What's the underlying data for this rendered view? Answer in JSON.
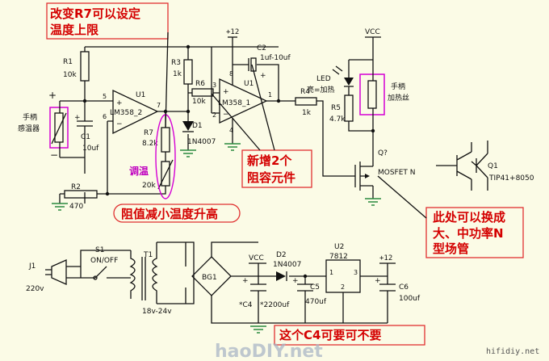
{
  "notes": {
    "r7_set_limit": [
      "改变R7可以设定",
      "温度上限"
    ],
    "resistance_note": "阻值减小温度升高",
    "added_parts": [
      "新增2个",
      "阻容元件"
    ],
    "mosfet_note": [
      "此处可以换成",
      "大、中功率N",
      "型场管"
    ],
    "c4_note": "这个C4可要可不要",
    "adjust_temp": "调温"
  },
  "labels": {
    "r1": "R1",
    "r1_val": "10k",
    "c1": "C1",
    "c1_val": "10uf",
    "r2": "R2",
    "r2_val": "470",
    "u1_a": "U1",
    "u1_a_part": "LM358_2",
    "pin5": "5",
    "pin6": "6",
    "pin7": "7",
    "pin3": "3",
    "pin2": "2",
    "pin1": "1",
    "pin8": "8",
    "pin4": "4",
    "r3": "R3",
    "r3_val": "1k",
    "r6": "R6",
    "r6_val": "10k",
    "r7": "R7",
    "r7_val": "8.2k",
    "pot_val": "20k",
    "d1": "D1",
    "d1_part": "1N4007",
    "plus12_top": "+12",
    "c2": "C2",
    "c2_val": "1uf-10uf",
    "u1_b": "U1",
    "u1_b_part": "LM358_1",
    "r4": "R4",
    "r4_val": "1k",
    "led": "LED",
    "led_desc": "亮=加热",
    "r5": "R5",
    "r5_val": "4.7k",
    "vcc_top": "VCC",
    "heater": [
      "手柄",
      "加热丝"
    ],
    "sensor": [
      "手柄",
      "感温器"
    ],
    "q_ref": "Q?",
    "mosfet": "MOSFET N",
    "q1": "Q1",
    "q1_part": "TIP41+8050",
    "j1": "J1",
    "mains": "220v",
    "s1": "S1",
    "s1_desc": "ON/OFF",
    "t1": "T1",
    "t1_out": "18v-24v",
    "bg1": "BG1",
    "vcc_bottom": "VCC",
    "d2": "D2",
    "d2_part": "1N4007",
    "u2": "U2",
    "u2_part": "7812",
    "u2_pin1": "1",
    "u2_pin2": "2",
    "u2_pin3": "3",
    "c4": "*C4",
    "c4_val": "*2200uf",
    "c5": "C5",
    "c5_val": "470uf",
    "plus12_bottom": "+12",
    "c6": "C6",
    "c6_val": "100uf"
  },
  "watermark": {
    "logo": "haoDIY.net",
    "site": "hifidiy.net"
  },
  "colors": {
    "background": "#fbfbe6",
    "note_text": "#d40000",
    "highlight_border": "#d400d4",
    "callout_box": "#e03030",
    "wire": "#111111",
    "ground": "#2b8a3e",
    "potentiometer_label": "#c000c0"
  }
}
